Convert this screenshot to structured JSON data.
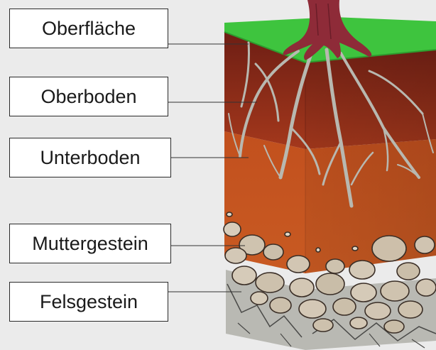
{
  "diagram": {
    "layers": [
      {
        "label": "Oberfläche"
      },
      {
        "label": "Oberboden"
      },
      {
        "label": "Unterboden"
      },
      {
        "label": "Muttergestein"
      },
      {
        "label": "Felsgestein"
      }
    ],
    "colors": {
      "background": "#ebebeb",
      "grass": "#3ec43e",
      "topsoil": "#8a2a1a",
      "subsoil": "#c4531f",
      "parent_rock": "#c8bca8",
      "bedrock": "#b5b5b0",
      "roots": "#b8b8b0",
      "trunk": "#8e2b38"
    }
  }
}
